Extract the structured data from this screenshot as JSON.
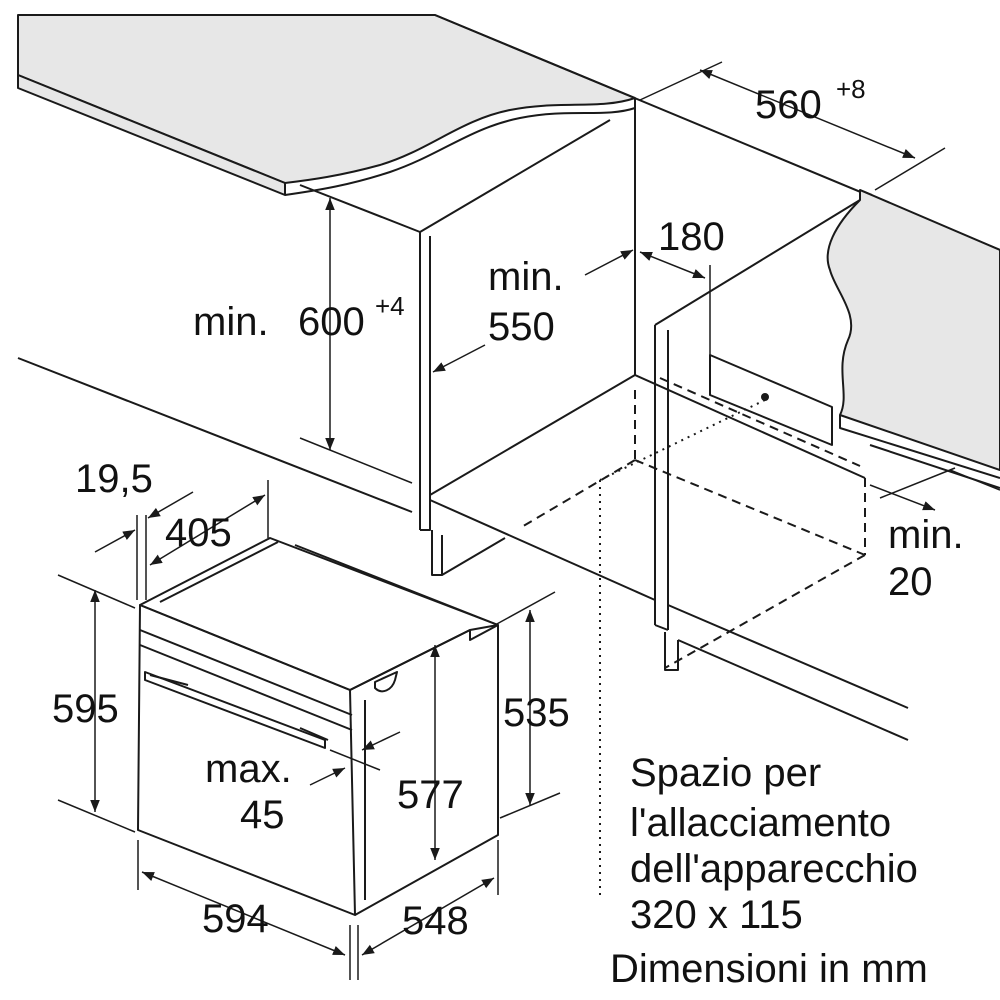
{
  "colors": {
    "line": "#1a1a1a",
    "surface": "#e7e7e7",
    "background": "#ffffff",
    "text": "#111111"
  },
  "dimensions": {
    "width_560": {
      "value": "560",
      "tolerance": "+8"
    },
    "height_600": {
      "prefix": "min.",
      "value": "600",
      "tolerance": "+4"
    },
    "depth_550": {
      "line1": "min.",
      "line2": "550"
    },
    "offset_180": "180",
    "gap_20": {
      "line1": "min.",
      "line2": "20"
    },
    "panel_19_5": "19,5",
    "depth_405": "405",
    "height_595": "595",
    "height_535": "535",
    "height_577": "577",
    "handle_max_45": {
      "line1": "max.",
      "line2": "45"
    },
    "width_594": "594",
    "depth_548": "548"
  },
  "connection_note": {
    "line1": "Spazio per",
    "line2": "l'allacciamento",
    "line3": "dell'apparecchio",
    "line4": "320 x 115"
  },
  "units_note": "Dimensioni in mm"
}
